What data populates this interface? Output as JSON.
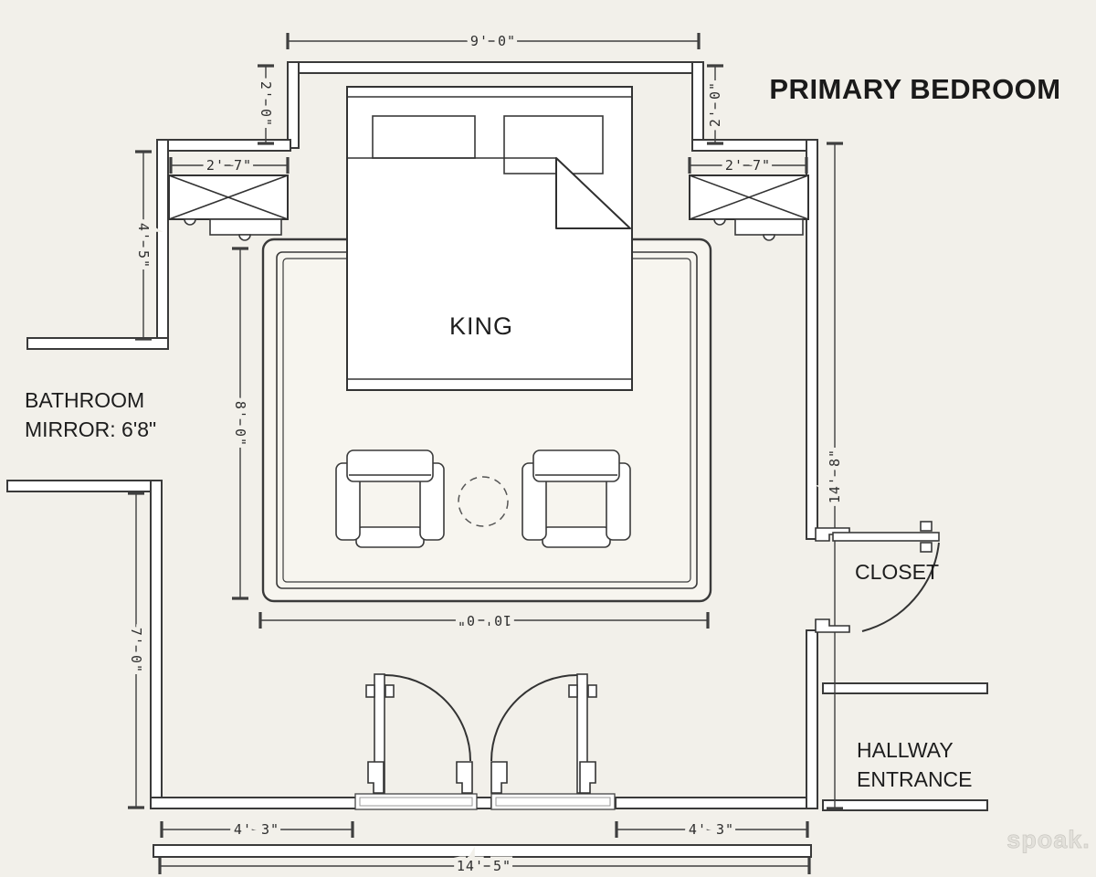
{
  "page": {
    "title": "PRIMARY BEDROOM",
    "watermark": "spoak.",
    "colors": {
      "background": "#f2f0ea",
      "wall_line": "#3a3a3a",
      "furniture_fill": "#ffffff",
      "text": "#1d1d1d",
      "dimension_line": "#3f3f3f",
      "watermark_gray": "#e3e1db"
    }
  },
  "room_labels": {
    "bathroom_line1": "BATHROOM",
    "bathroom_line2": "MIRROR: 6'8\"",
    "closet": "CLOSET",
    "hallway_line1": "HALLWAY",
    "hallway_line2": "ENTRANCE"
  },
  "furniture": {
    "bed_label": "KING"
  },
  "dimensions": {
    "top_wall": "9' 0\"",
    "left_setback": "2' 0\"",
    "right_setback": "2' 0\"",
    "left_nightstand": "2' 7\"",
    "right_nightstand": "2' 7\"",
    "left_wall_upper": "4' 5\"",
    "rug_height": "8' 0\"",
    "rug_width": "10' 0\"",
    "right_wall": "14' 8\"",
    "left_wall_lower": "7' 0\"",
    "left_door": "4' 3\"",
    "right_door": "4' 3\"",
    "bottom_wall": "14' 5\""
  }
}
